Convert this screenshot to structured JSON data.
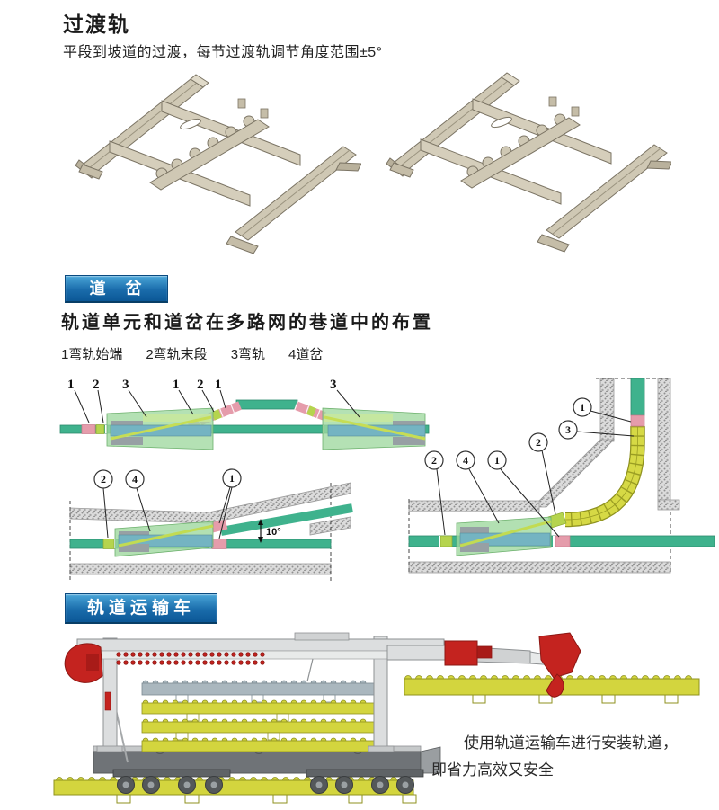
{
  "sections": {
    "transition": {
      "title": "过渡轨",
      "subtitle": "平段到坡道的过渡，每节过渡轨调节角度范围±5°"
    },
    "switch": {
      "badge": "道　岔",
      "heading": "轨道单元和道岔在多路网的巷道中的布置",
      "legend": [
        "1弯轨始端",
        "2弯轨末段",
        "3弯轨",
        "4道岔"
      ]
    },
    "transporter": {
      "badge": "轨道运输车",
      "caption_line1": "使用轨道运输车进行安装轨道，",
      "caption_line2": "即省力高效又安全"
    }
  },
  "diagrams": {
    "loop": {
      "labels": [
        "1",
        "2",
        "3",
        "1",
        "2",
        "1",
        "3"
      ]
    },
    "switch_10deg": {
      "callouts": [
        "2",
        "4",
        "1"
      ],
      "angle": "10°"
    },
    "corner": {
      "callouts": [
        "1",
        "3",
        "2",
        "2",
        "4",
        "1"
      ]
    }
  },
  "colors": {
    "badge_blue_top": "#4aa6d8",
    "badge_blue_bottom": "#0b5796",
    "track_green": "#3fb28d",
    "segment_pink": "#e59cab",
    "segment_yellow_green": "#b5d44e",
    "switch_green": "#9fd89f",
    "curve_yellow": "#d6d945",
    "rail_teal": "#74b4c2",
    "wall_gray": "#c9c9c9",
    "frame_beige": "#cfc8b4",
    "vehicle_red": "#c4231f",
    "vehicle_gray": "#dcdedf",
    "rack_yellow": "#d3d53e",
    "rack_blue": "#aab7be"
  }
}
